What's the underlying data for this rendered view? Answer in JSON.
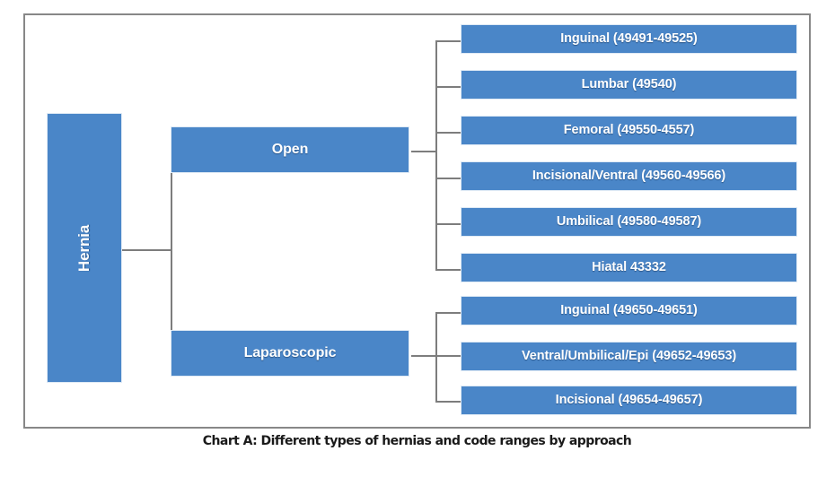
{
  "figure": {
    "caption": "Chart A: Different types of hernias and code ranges by approach",
    "frame_color": "#878787",
    "node_color": "#4a86c8",
    "node_text_color": "#ffffff",
    "connector_color": "#7d7d7d",
    "background": "#ffffff"
  },
  "chart_data": {
    "type": "diagram",
    "subtype": "horizontal-tree",
    "title": "Chart A: Different types of hernias and code ranges by approach",
    "root": "Hernia",
    "levels": 3,
    "branches": [
      {
        "label": "Open",
        "children": [
          "Inguinal (49491-49525)",
          "Lumbar (49540)",
          "Femoral (49550-4557)",
          "Incisional/Ventral (49560-49566)",
          "Umbilical (49580-49587)",
          "Hiatal 43332"
        ]
      },
      {
        "label": "Laparoscopic",
        "children": [
          "Inguinal (49650-49651)",
          "Ventral/Umbilical/Epi (49652-49653)",
          "Incisional (49654-49657)"
        ]
      }
    ]
  },
  "tree": {
    "root": {
      "label": "Hernia"
    },
    "open": {
      "label": "Open",
      "children": [
        {
          "label": "Inguinal (49491-49525)"
        },
        {
          "label": "Lumbar (49540)"
        },
        {
          "label": "Femoral (49550-4557)"
        },
        {
          "label": "Incisional/Ventral (49560-49566)"
        },
        {
          "label": "Umbilical (49580-49587)"
        },
        {
          "label": "Hiatal 43332"
        }
      ]
    },
    "laparoscopic": {
      "label": "Laparoscopic",
      "children": [
        {
          "label": "Inguinal (49650-49651)"
        },
        {
          "label": "Ventral/Umbilical/Epi (49652-49653)"
        },
        {
          "label": "Incisional (49654-49657)"
        }
      ]
    }
  }
}
